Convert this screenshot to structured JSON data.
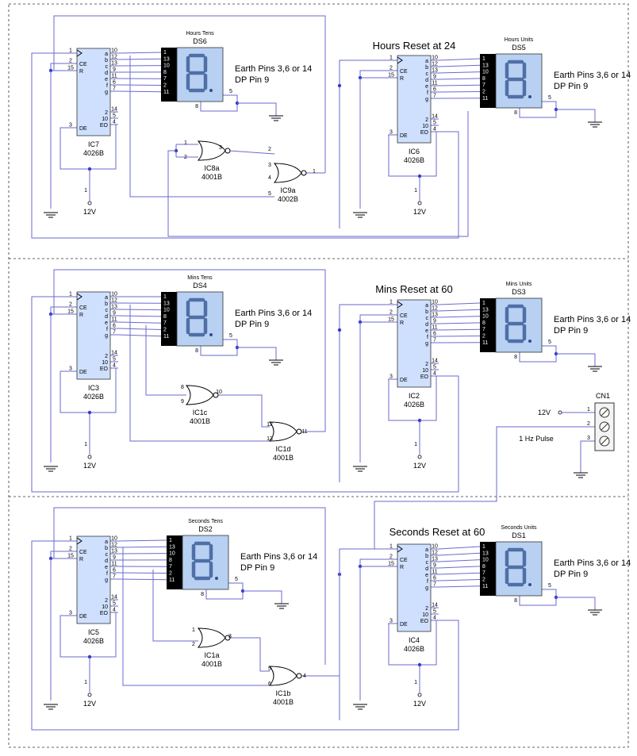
{
  "sections": [
    {
      "reset_label": "Hours Reset at 24",
      "tens": {
        "ic": "IC7",
        "part": "4026B",
        "display": "DS6",
        "display_title": "Hours Tens"
      },
      "units": {
        "ic": "IC6",
        "part": "4026B",
        "display": "DS5",
        "display_title": "Hours Units"
      },
      "gates": [
        {
          "name": "IC8a",
          "part": "4001B"
        },
        {
          "name": "IC9a",
          "part": "4002B"
        }
      ]
    },
    {
      "reset_label": "Mins Reset at 60",
      "tens": {
        "ic": "IC3",
        "part": "4026B",
        "display": "DS4",
        "display_title": "Mins Tens"
      },
      "units": {
        "ic": "IC2",
        "part": "4026B",
        "display": "DS3",
        "display_title": "Mins Units"
      },
      "gates": [
        {
          "name": "IC1c",
          "part": "4001B"
        },
        {
          "name": "IC1d",
          "part": "4001B"
        }
      ]
    },
    {
      "reset_label": "Seconds Reset at 60",
      "tens": {
        "ic": "IC5",
        "part": "4026B",
        "display": "DS2",
        "display_title": "Seconds Tens"
      },
      "units": {
        "ic": "IC4",
        "part": "4026B",
        "display": "DS1",
        "display_title": "Seconds Units"
      },
      "gates": [
        {
          "name": "IC1a",
          "part": "4001B"
        },
        {
          "name": "IC1b",
          "part": "4001B"
        }
      ]
    }
  ],
  "earth_note_line1": "Earth Pins 3,6 or 14",
  "earth_note_line2": "DP Pin 9",
  "supply_label": "12V",
  "connector": {
    "name": "CN1",
    "supply": "12V",
    "pulse": "1 Hz Pulse",
    "pins": [
      "1",
      "2",
      "3"
    ]
  },
  "ic_left_pins": [
    {
      "num": "1",
      "name": ""
    },
    {
      "num": "2",
      "name": "CE"
    },
    {
      "num": "15",
      "name": "R"
    },
    {
      "num": "3",
      "name": "DE"
    }
  ],
  "ic_right_pins": [
    {
      "num": "10",
      "name": "a"
    },
    {
      "num": "12",
      "name": "b"
    },
    {
      "num": "13",
      "name": "c"
    },
    {
      "num": "9",
      "name": "d"
    },
    {
      "num": "11",
      "name": "e"
    },
    {
      "num": "6",
      "name": "f"
    },
    {
      "num": "7",
      "name": "g"
    },
    {
      "num": "14",
      "name": "2"
    },
    {
      "num": "5",
      "name": "10"
    },
    {
      "num": "4",
      "name": "EO"
    }
  ],
  "display_pins": [
    "1",
    "13",
    "10",
    "8",
    "7",
    "2",
    "11"
  ],
  "display_extra_pins": {
    "dp": "5",
    "common": "8"
  },
  "gate_pins": {
    "hours": {
      "a_in1": "1",
      "a_in2": "2",
      "a_out": "3",
      "b_in1": "2",
      "b_in2": "3",
      "b_in3": "4",
      "b_in4": "5",
      "b_out": "1"
    },
    "mins": {
      "a_in1": "8",
      "a_in2": "9",
      "a_out": "10",
      "b_in1": "12",
      "b_in2": "13",
      "b_out": "11"
    },
    "secs": {
      "a_in1": "1",
      "a_in2": "2",
      "a_out": "3",
      "b_in1": "5",
      "b_in2": "6",
      "b_out": "4"
    }
  },
  "supply_pin_number": "1"
}
